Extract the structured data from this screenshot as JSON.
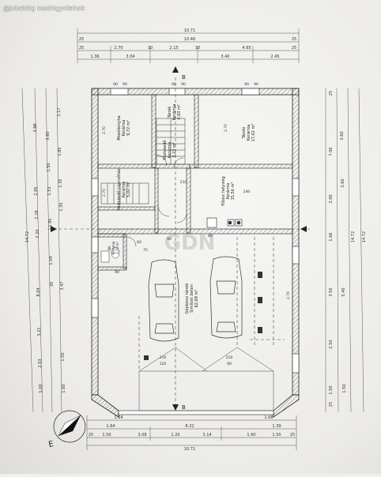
{
  "watermark": "@jobaldtg testhtgydlahok",
  "brand": "GDN",
  "section_mark": "B",
  "north_mark": "E",
  "dims_top": {
    "r1": "10.71",
    "r2": [
      "25",
      "10.46",
      "25"
    ],
    "r3": [
      "25",
      "2.70",
      "10",
      "2.15",
      "10",
      "4.65",
      "25"
    ],
    "r4": [
      "1.36",
      "3.04",
      "3.40",
      "2.45"
    ]
  },
  "dims_bottom": {
    "r1": [
      "1.64",
      "1.68"
    ],
    "r2": [
      "1.64",
      "8.22",
      "1.39"
    ],
    "r3": [
      "25",
      "1.50",
      "3.08",
      "1.20",
      "3.14",
      "1.60",
      "1.50",
      "25"
    ],
    "r4": "10.71"
  },
  "dims_left": {
    "r1": [
      "3.98",
      "2.05",
      "2.28",
      "2.20",
      "8.04",
      "3.21",
      "2.03",
      "1.00"
    ],
    "r2": [
      "14.72"
    ],
    "r3": [
      "3.60",
      "1.50",
      "1.53",
      "1.95",
      "1.59",
      "30"
    ],
    "r4": [
      "2.17",
      "1.85",
      "1.35",
      "1.35",
      "3.47",
      "1.50",
      "1.00"
    ]
  },
  "dims_right": {
    "r1": [
      "25",
      "7.06",
      "3.00",
      "1.66",
      "3.50",
      "2.50",
      "1.50",
      "25"
    ],
    "r2": [
      "3.60",
      "3.60",
      "5.40",
      "1.50"
    ],
    "r3": [
      "14.72"
    ],
    "r4": [
      "14.72"
    ]
  },
  "door_dims": [
    "90",
    "90",
    "90",
    "90",
    "90",
    "90",
    "60",
    "75",
    "90",
    "80",
    "90",
    "120",
    "90",
    "210",
    "210",
    "210",
    "240"
  ],
  "rooms": [
    {
      "name": "Mosókonyha",
      "floor": "Kerámia",
      "area": "9,72 m²"
    },
    {
      "name": "Tároló",
      "floor": "Kerámia",
      "area": "4,93 m²"
    },
    {
      "name": "Közlekedő",
      "floor": "Kerámia",
      "area": "3,23 m²"
    },
    {
      "name": "Tároló",
      "floor": "Kerámia",
      "area": "17,02 m²"
    },
    {
      "name": "Közlekedő-Lépcsőház",
      "floor": "Kerámia",
      "area": "5,02 m²"
    },
    {
      "name": "Fűtési helyiség",
      "floor": "Kerámia",
      "area": "15,56 m²"
    },
    {
      "name": "Wc",
      "floor": "Kerámia",
      "area": "3,70 m²"
    },
    {
      "name": "Gépkocsi tároló",
      "floor": "Simított beton",
      "area": "62,09 m²"
    }
  ],
  "heights": [
    "2.70",
    "2.70",
    "2.70",
    "2.70"
  ]
}
